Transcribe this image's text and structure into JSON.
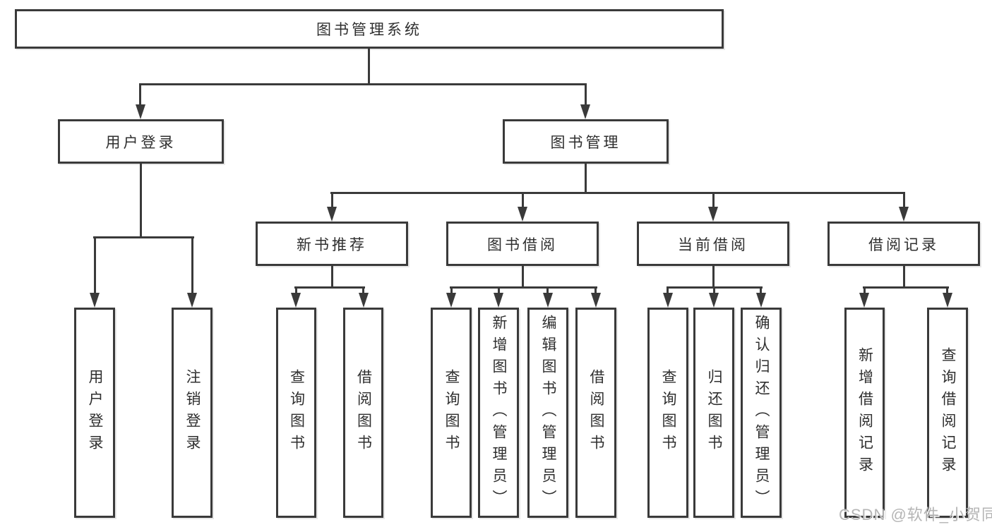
{
  "nodes": {
    "root": "图书管理系统",
    "userLogin": "用户登录",
    "bookMgmt": "图书管理",
    "newBook": "新书推荐",
    "bookBorrow": "图书借阅",
    "currentBorrow": "当前借阅",
    "borrowRecords": "借阅记录"
  },
  "leaves": {
    "login": [
      "用户登录",
      "注销登录"
    ],
    "newBook": [
      "查询图书",
      "借阅图书"
    ],
    "bookBorrow": [
      "查询图书",
      "新增图书（管理员）",
      "编辑图书（管理员）",
      "借阅图书"
    ],
    "currentBorrow": [
      "查询图书",
      "归还图书",
      "确认归还（管理员）"
    ],
    "borrowRecords": [
      "新增借阅记录",
      "查询借阅记录"
    ]
  },
  "watermark": "CSDN @软件_小贺同学",
  "colors": {
    "line": "#3a3a3a",
    "text": "#2f2f2f",
    "watermark": "#b5b5b5",
    "background": "#ffffff"
  }
}
